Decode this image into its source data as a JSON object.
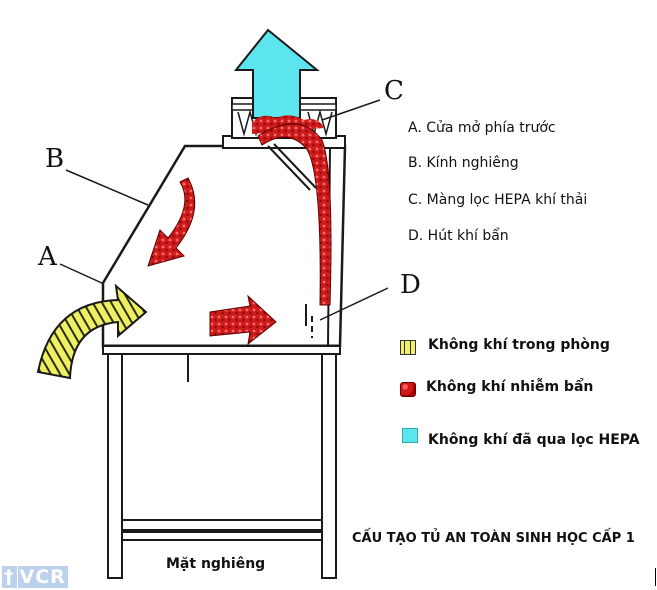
{
  "labels": {
    "A": "A",
    "B": "B",
    "C": "C",
    "D": "D"
  },
  "definitions": [
    "A. Cửa mở phía trước",
    "B. Kính nghiêng",
    "C. Màng lọc HEPA khí thải",
    "D. Hút khí bẩn"
  ],
  "legend": [
    {
      "label": "Không khí trong phòng",
      "color": "#f1f06a"
    },
    {
      "label": "Không khí nhiễm bẩn",
      "color": "#d01818"
    },
    {
      "label": "Không khí đã qua lọc HEPA",
      "color": "#5ce4ef"
    }
  ],
  "caption": "CẤU TẠO TỦ AN TOÀN SINH HỌC CẤP 1",
  "base_label": "Mặt nghiêng",
  "watermark": "VCR"
}
